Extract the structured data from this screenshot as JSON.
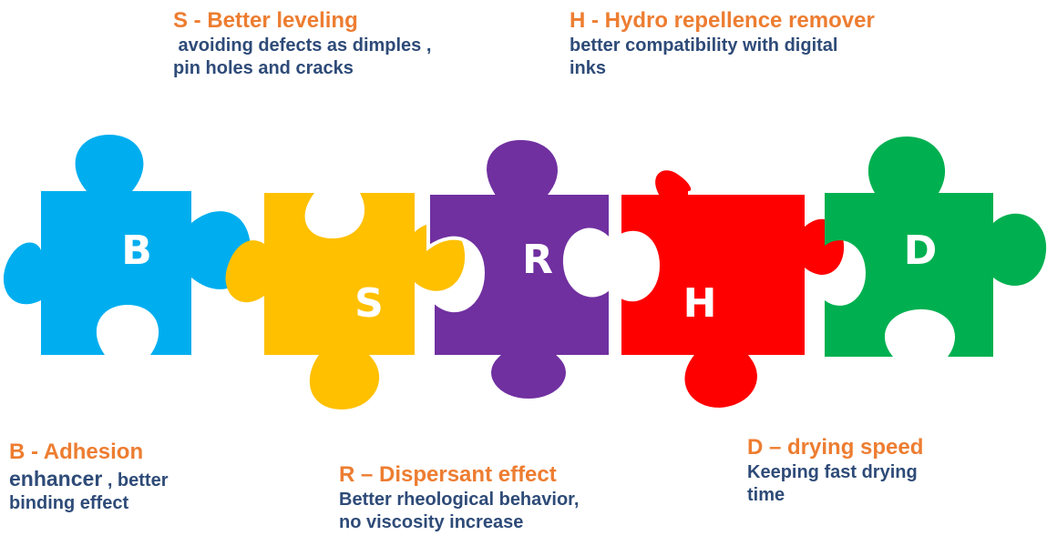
{
  "pieces": [
    {
      "letter": "B",
      "color": "#00AEEF"
    },
    {
      "letter": "S",
      "color": "#FFC000"
    },
    {
      "letter": "R",
      "color": "#7030A0"
    },
    {
      "letter": "H",
      "color": "#FF0000"
    },
    {
      "letter": "D",
      "color": "#00B050"
    }
  ],
  "callouts": {
    "s": {
      "title": "S - Better leveling",
      "line1": " avoiding defects as dimples ,",
      "line2": "pin holes and cracks"
    },
    "h": {
      "title": "H - Hydro repellence remover",
      "line1": "better compatibility with digital",
      "line2": "inks"
    },
    "b": {
      "title": "B - Adhesion",
      "line1_large": "enhancer",
      "line1_small": " , better",
      "line2": "binding effect"
    },
    "r": {
      "title": "R – Dispersant effect",
      "line1": "Better rheological behavior,",
      "line2": "no viscosity increase"
    },
    "d": {
      "title": "D – drying speed",
      "line1": "Keeping fast drying",
      "line2": "time"
    }
  },
  "colors": {
    "title": "#ED7D31",
    "desc": "#2E4B78",
    "letter": "#FFFFFF"
  }
}
